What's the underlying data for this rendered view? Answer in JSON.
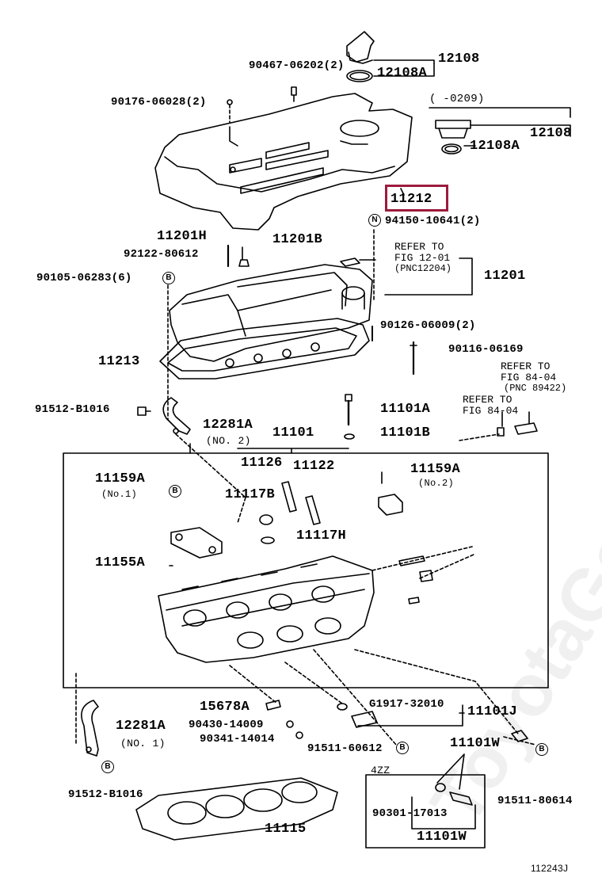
{
  "diagram": {
    "watermark": "ToyotaGermany.ru",
    "figure_code": "112243J",
    "highlighted_part": "11212",
    "labels": {
      "p12108_top": "12108",
      "p12108A_top": "12108A",
      "p90467": "90467-06202(2)",
      "p90176": "90176-06028(2)",
      "range": "(    -0209)",
      "p12108_right": "12108",
      "p12108A_right": "12108A",
      "p94150": "94150-10641(2)",
      "p11201H": "11201H",
      "p11201B": "11201B",
      "p92122": "92122-80612",
      "refer1_a": "REFER TO",
      "refer1_b": "FIG 12-01",
      "refer1_c": "(PNC12204)",
      "p11201": "11201",
      "p90105": "90105-06283(6)",
      "p90126": "90126-06009(2)",
      "p11213": "11213",
      "p90116": "90116-06169",
      "refer2_a": "REFER TO",
      "refer2_b": "FIG 84-04",
      "refer2_c": "(PNC 89422)",
      "refer3_a": "REFER TO",
      "refer3_b": "FIG 84-04",
      "p91512_top": "91512-B1016",
      "p12281A_top": "12281A",
      "no2": "(NO. 2)",
      "p11101A": "11101A",
      "p11101B": "11101B",
      "p11101": "11101",
      "p11126": "11126",
      "p11122": "11122",
      "p11159A_left": "11159A",
      "no1_left": "(No.1)",
      "p11159A_right": "11159A",
      "no2_right": "(No.2)",
      "p11117B": "11117B",
      "p11117H": "11117H",
      "p11155A": "11155A",
      "p15678A": "15678A",
      "pG1917": "G1917-32010",
      "p11101J": "11101J",
      "p12281A_bot": "12281A",
      "no1_bot": "(NO. 1)",
      "p90430": "90430-14009",
      "p90341": "90341-14014",
      "p91511_left": "91511-60612",
      "p11101W": "11101W",
      "engine": "4ZZ",
      "p91512_bot": "91512-B1016",
      "p91511_right": "91511-80614",
      "p90301": "90301-17013",
      "p11101W_box": "11101W",
      "p11115": "11115"
    },
    "callouts": {
      "b": "B",
      "n": "N"
    }
  }
}
